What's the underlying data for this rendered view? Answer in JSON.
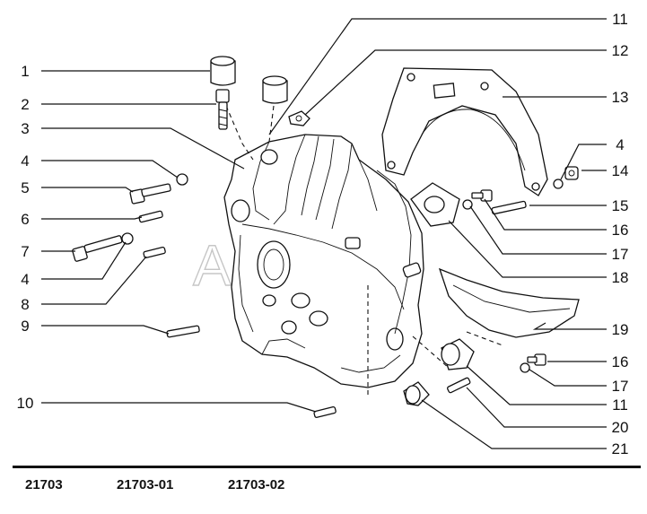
{
  "watermark": "AutoSoft",
  "callouts": [
    {
      "id": "c1",
      "number": "1"
    },
    {
      "id": "c2",
      "number": "2"
    },
    {
      "id": "c3",
      "number": "3"
    },
    {
      "id": "c4a",
      "number": "4"
    },
    {
      "id": "c5",
      "number": "5"
    },
    {
      "id": "c6",
      "number": "6"
    },
    {
      "id": "c7",
      "number": "7"
    },
    {
      "id": "c4b",
      "number": "4"
    },
    {
      "id": "c8",
      "number": "8"
    },
    {
      "id": "c9",
      "number": "9"
    },
    {
      "id": "c10",
      "number": "10"
    },
    {
      "id": "c11a",
      "number": "11"
    },
    {
      "id": "c12",
      "number": "12"
    },
    {
      "id": "c13",
      "number": "13"
    },
    {
      "id": "c4c",
      "number": "4"
    },
    {
      "id": "c14",
      "number": "14"
    },
    {
      "id": "c15",
      "number": "15"
    },
    {
      "id": "c16a",
      "number": "16"
    },
    {
      "id": "c17a",
      "number": "17"
    },
    {
      "id": "c18",
      "number": "18"
    },
    {
      "id": "c19",
      "number": "19"
    },
    {
      "id": "c16b",
      "number": "16"
    },
    {
      "id": "c17b",
      "number": "17"
    },
    {
      "id": "c11b",
      "number": "11"
    },
    {
      "id": "c20",
      "number": "20"
    },
    {
      "id": "c21",
      "number": "21"
    }
  ],
  "models": [
    "21703",
    "21703-01",
    "21703-02"
  ]
}
